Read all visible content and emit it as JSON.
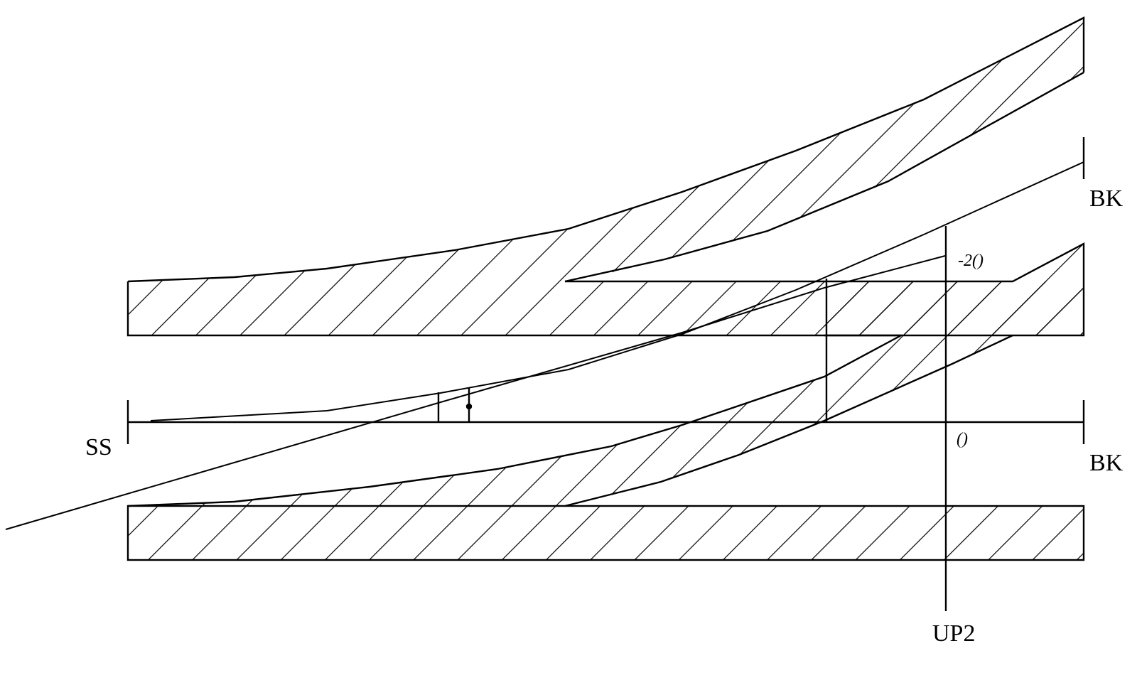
{
  "diagram": {
    "type": "railway-turnout-schematic",
    "background": "#ffffff",
    "line_color": "#000000",
    "labels": {
      "start": "SS",
      "end_top": "BK",
      "end_bottom": "BK",
      "axis_bottom": "UP2",
      "offset_top": "-2()",
      "offset_zero": "()"
    },
    "components": [
      {
        "name": "upper-straight-rail",
        "hatched": true
      },
      {
        "name": "upper-diverging-rail",
        "hatched": true
      },
      {
        "name": "frog-wedge",
        "hatched": true
      },
      {
        "name": "lower-diverging-rail",
        "hatched": true
      },
      {
        "name": "lower-straight-rail",
        "hatched": true
      },
      {
        "name": "track-centerline"
      },
      {
        "name": "diverging-centerline"
      },
      {
        "name": "vertical-reference-UP2"
      }
    ]
  }
}
